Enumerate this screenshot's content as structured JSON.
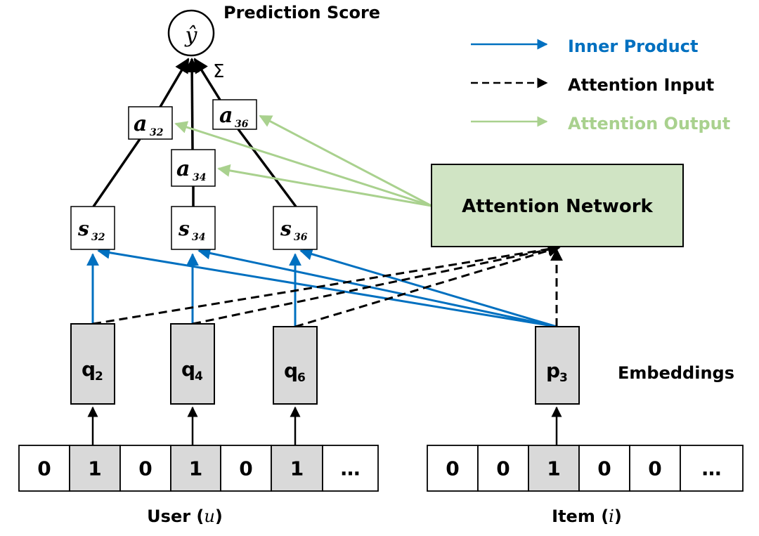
{
  "title": "Prediction Score",
  "output_node": {
    "symbol": "ŷ",
    "aggregator": "Σ"
  },
  "legend": [
    {
      "label": "Inner Product",
      "style": "solid",
      "color": "#0070c0"
    },
    {
      "label": "Attention Input",
      "style": "dashed",
      "color": "#000000"
    },
    {
      "label": "Attention Output",
      "style": "solid",
      "color": "#a9d18e"
    }
  ],
  "attention_network": {
    "label": "Attention Network",
    "fill": "#d0e4c4"
  },
  "attention_weights": [
    {
      "base": "a",
      "sub": "32"
    },
    {
      "base": "a",
      "sub": "34"
    },
    {
      "base": "a",
      "sub": "36"
    }
  ],
  "scores": [
    {
      "base": "s",
      "sub": "32"
    },
    {
      "base": "s",
      "sub": "34"
    },
    {
      "base": "s",
      "sub": "36"
    }
  ],
  "user_embeddings": [
    {
      "base": "q",
      "sub": "2"
    },
    {
      "base": "q",
      "sub": "4"
    },
    {
      "base": "q",
      "sub": "6"
    }
  ],
  "item_embedding": {
    "base": "p",
    "sub": "3"
  },
  "embeddings_label": "Embeddings",
  "user_vector": {
    "cells": [
      "0",
      "1",
      "0",
      "1",
      "0",
      "1",
      "…"
    ],
    "active": [
      1,
      3,
      5
    ],
    "label_prefix": "User (",
    "label_var": "u",
    "label_suffix": ")"
  },
  "item_vector": {
    "cells": [
      "0",
      "0",
      "1",
      "0",
      "0",
      "…"
    ],
    "active": [
      2
    ],
    "label_prefix": "Item (",
    "label_var": "i",
    "label_suffix": ")"
  },
  "colors": {
    "inner_product": "#0070c0",
    "attention_output": "#a9d18e",
    "embedding_fill": "#d9d9d9",
    "active_cell_fill": "#d9d9d9",
    "text": "#000000"
  }
}
